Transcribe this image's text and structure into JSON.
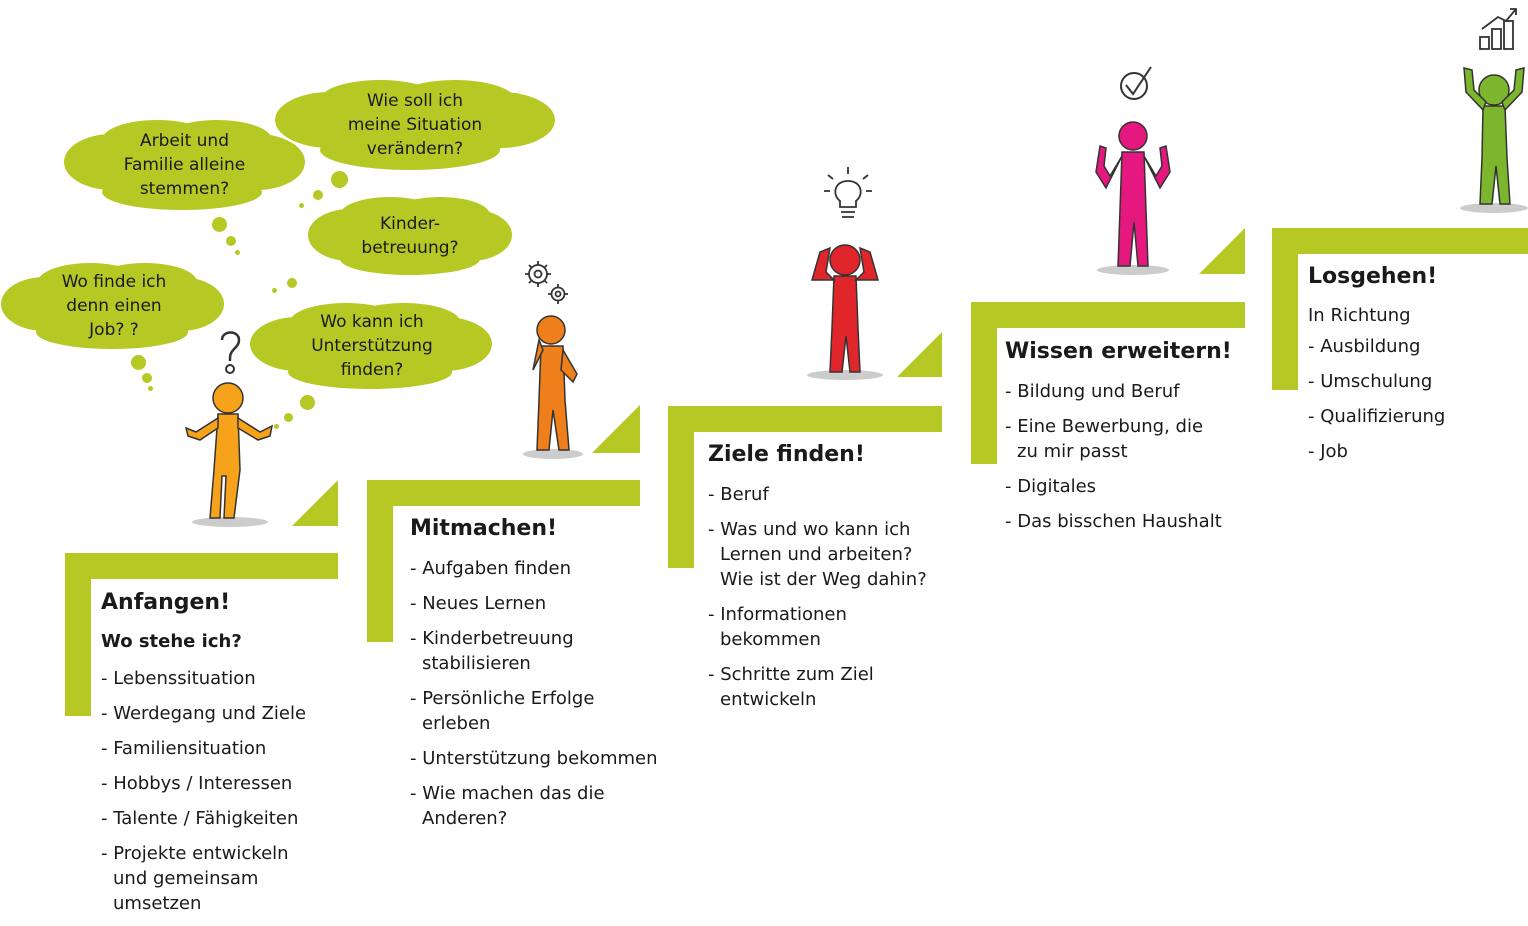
{
  "colors": {
    "accent": "#b5c824",
    "orange": "#f7a21b",
    "orange2": "#ef7f1a",
    "red": "#e0262a",
    "pink": "#e5187f",
    "green": "#7cb62c"
  },
  "clouds": [
    {
      "text": "Wie soll ich\nmeine Situation\nverändern?"
    },
    {
      "text": "Arbeit und\nFamilie alleine\nstemmen?"
    },
    {
      "text": "Kinder-\nbetreuung?"
    },
    {
      "text": "Wo finde ich\ndenn einen\nJob? ?"
    },
    {
      "text": "Wo kann ich\nUnterstützung\nfinden?"
    }
  ],
  "steps": [
    {
      "title": "Anfangen!",
      "subtitle": "Wo stehe ich?",
      "items": [
        "- Lebenssituation",
        "- Werdegang und Ziele",
        "- Familiensituation",
        "- Hobbys / Interessen",
        "- Talente / Fähigkeiten",
        "- Projekte entwickeln\nund gemeinsam\numsetzen"
      ],
      "icon": "question-mark-icon",
      "figure": "shrugging-figure"
    },
    {
      "title": "Mitmachen!",
      "items": [
        "- Aufgaben finden",
        "- Neues Lernen",
        "- Kinderbetreuung\nstabilisieren",
        "- Persönliche Erfolge\nerleben",
        "- Unterstützung bekommen",
        "- Wie machen das die\nAnderen?"
      ],
      "icon": "gears-icon",
      "figure": "thinking-figure"
    },
    {
      "title": "Ziele finden!",
      "items": [
        "- Beruf",
        "- Was und wo kann ich\nLernen und arbeiten?\nWie ist der Weg dahin?",
        "- Informationen\nbekommen",
        "- Schritte zum Ziel\nentwickeln"
      ],
      "icon": "lightbulb-icon",
      "figure": "idea-figure"
    },
    {
      "title": "Wissen erweitern!",
      "items": [
        "- Bildung und Beruf",
        "- Eine Bewerbung, die\nzu mir passt",
        "- Digitales",
        "- Das bisschen Haushalt"
      ],
      "icon": "checkmark-icon",
      "figure": "thumbs-up-figure"
    },
    {
      "title": "Losgehen!",
      "intro": "In Richtung",
      "items": [
        "- Ausbildung",
        "- Umschulung",
        "- Qualifizierung",
        "- Job"
      ],
      "icon": "bar-chart-icon",
      "figure": "cheering-figure"
    }
  ]
}
